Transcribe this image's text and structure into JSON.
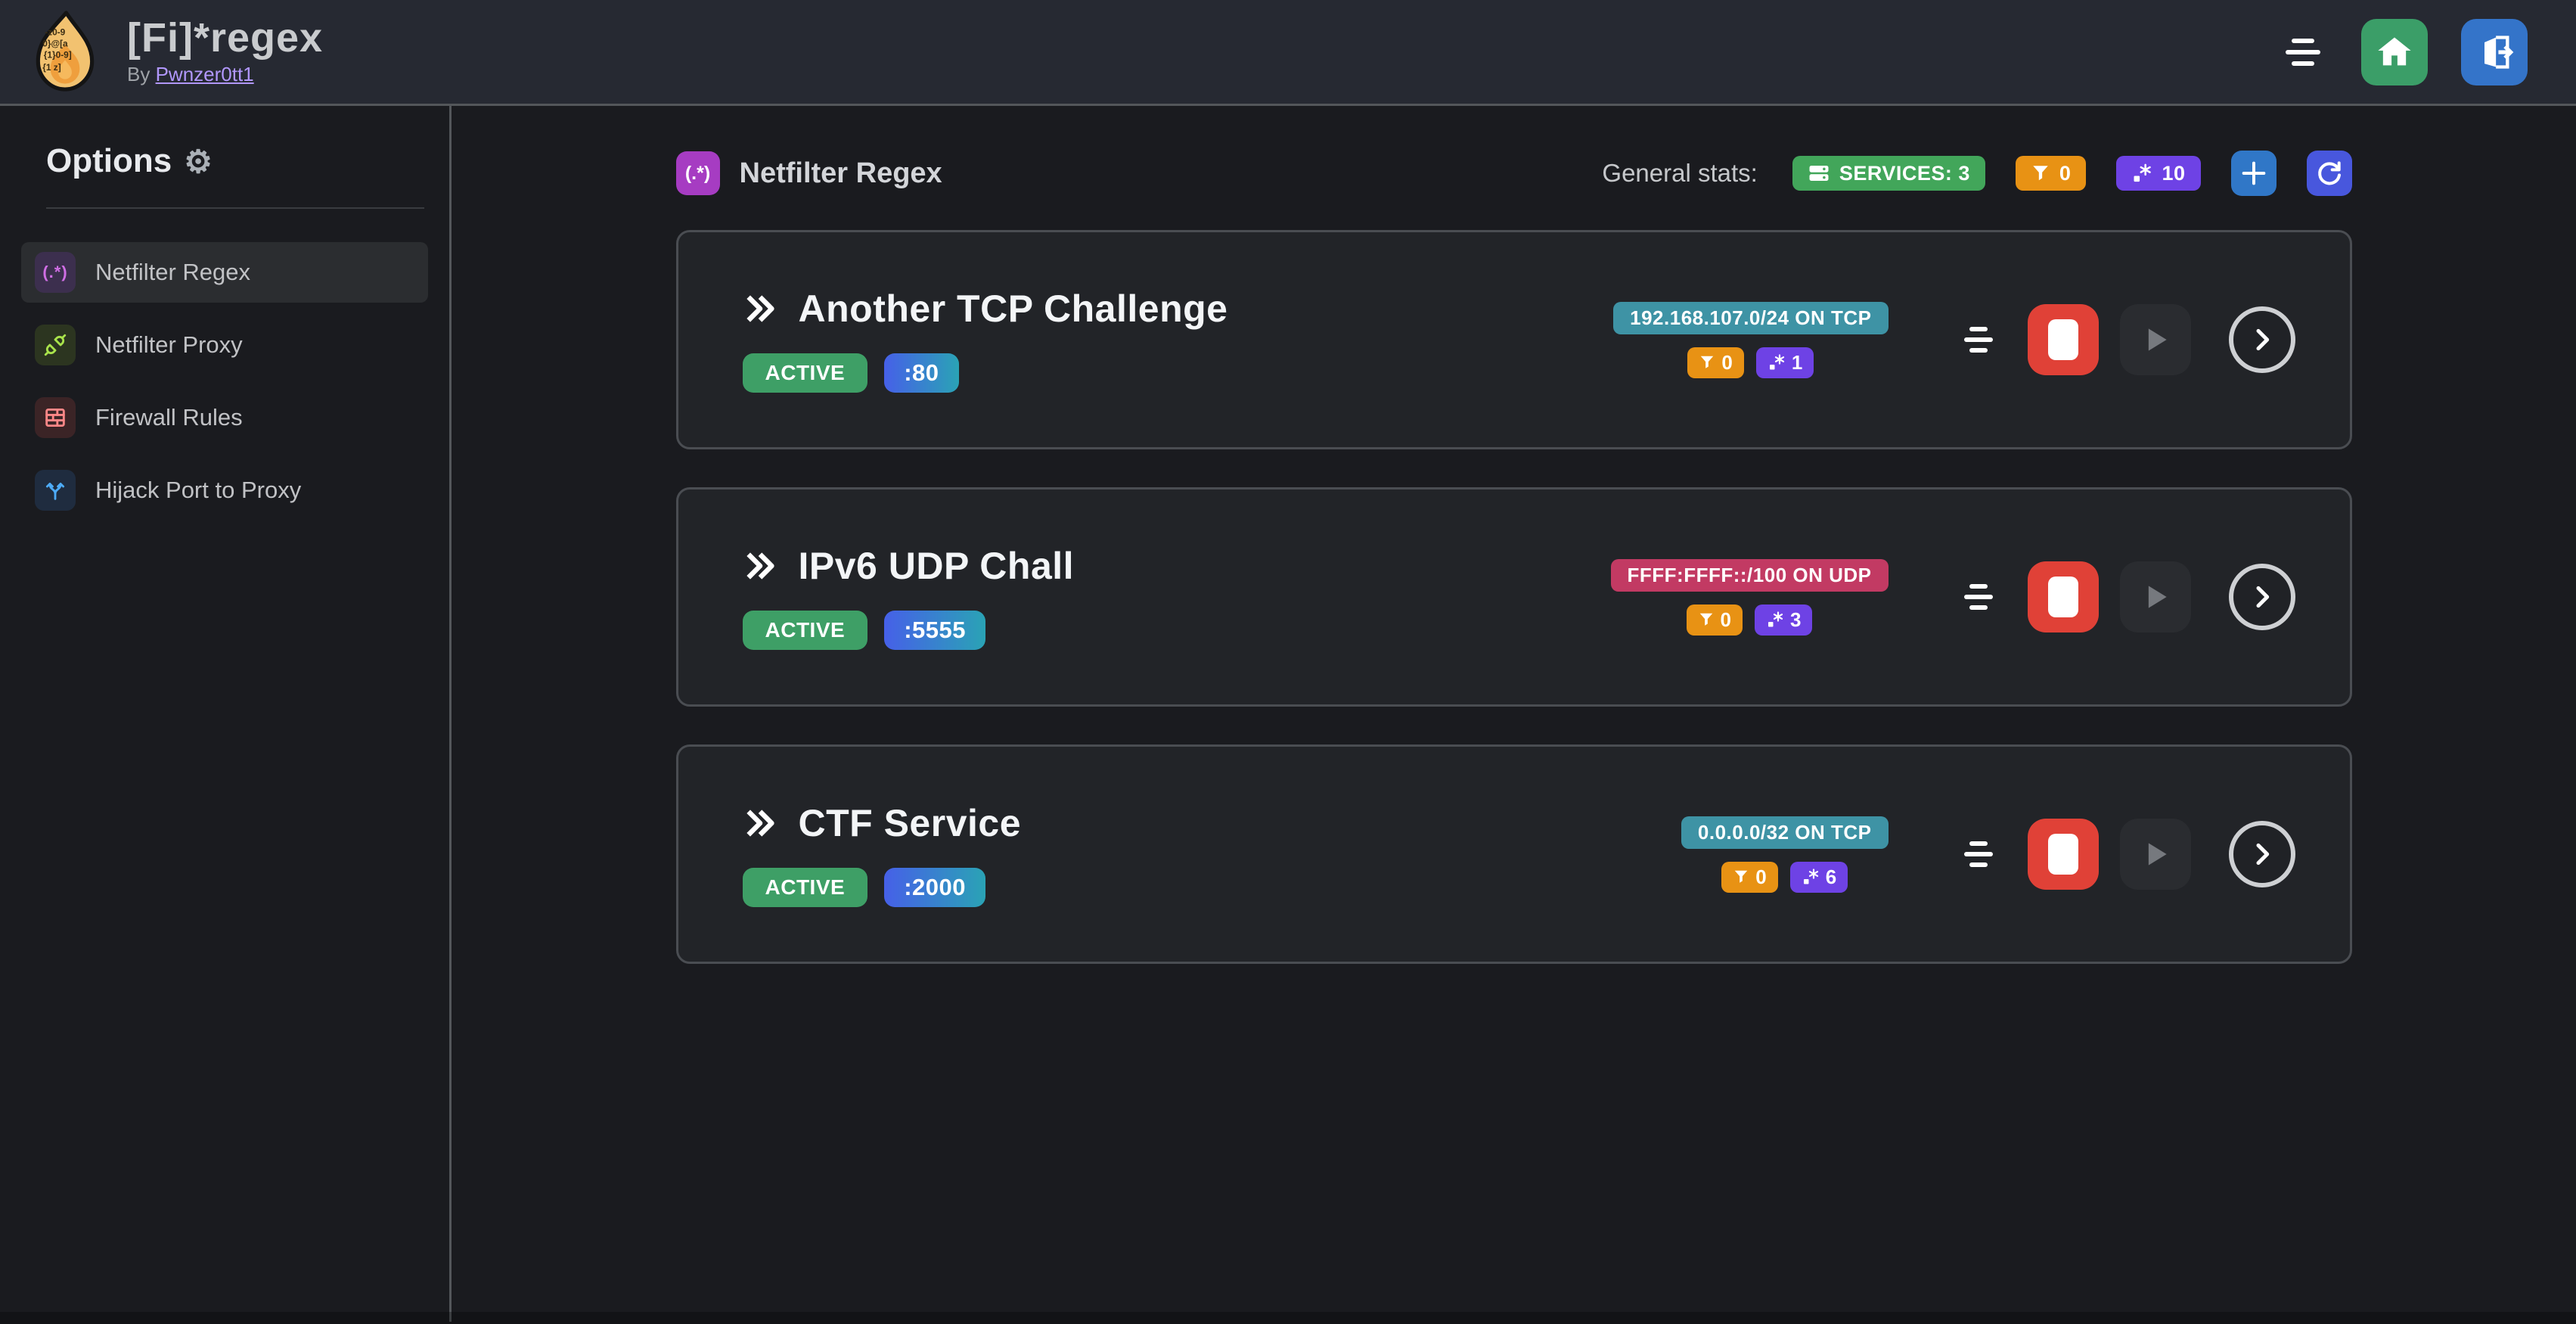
{
  "header": {
    "title": "[Fi]*regex",
    "byline_prefix": "By ",
    "author": "Pwnzer0tt1"
  },
  "sidebar": {
    "title": "Options",
    "gear": "⚙",
    "items": [
      {
        "label": "Netfilter Regex"
      },
      {
        "label": "Netfilter Proxy"
      },
      {
        "label": "Firewall Rules"
      },
      {
        "label": "Hijack Port to Proxy"
      }
    ]
  },
  "main": {
    "section_icon_text": "(.*)",
    "section_title": "Netfilter Regex",
    "stats_label": "General stats:",
    "services_badge": "SERVICES: 3",
    "filters_count": "0",
    "regex_count": "10"
  },
  "services": [
    {
      "name": "Another TCP Challenge",
      "status": "ACTIVE",
      "port": ":80",
      "target": "192.168.107.0/24 ON TCP",
      "target_color": "teal",
      "filters": "0",
      "regexes": "1"
    },
    {
      "name": "IPv6 UDP Chall",
      "status": "ACTIVE",
      "port": ":5555",
      "target": "FFFF:FFFF::/100 ON UDP",
      "target_color": "pink",
      "filters": "0",
      "regexes": "3"
    },
    {
      "name": "CTF Service",
      "status": "ACTIVE",
      "port": ":2000",
      "target": "0.0.0.0/32 ON TCP",
      "target_color": "teal",
      "filters": "0",
      "regexes": "6"
    }
  ],
  "colors": {
    "accent-purple": "#a63cc2",
    "services-green": "#42a65a",
    "status-green": "#3e9f66",
    "home-green": "#3b9e68",
    "logout-blue": "#3474c9",
    "orange": "#e89214",
    "violet": "#6e42e5",
    "blue": "#3077c7",
    "indigo": "#4857dd",
    "red": "#e04137",
    "teal": "#3e93a5",
    "pink": "#c23a63",
    "grad-indigo": "#4660e8",
    "grad-cyan": "#2aa3b5",
    "link": "#b197fc"
  }
}
